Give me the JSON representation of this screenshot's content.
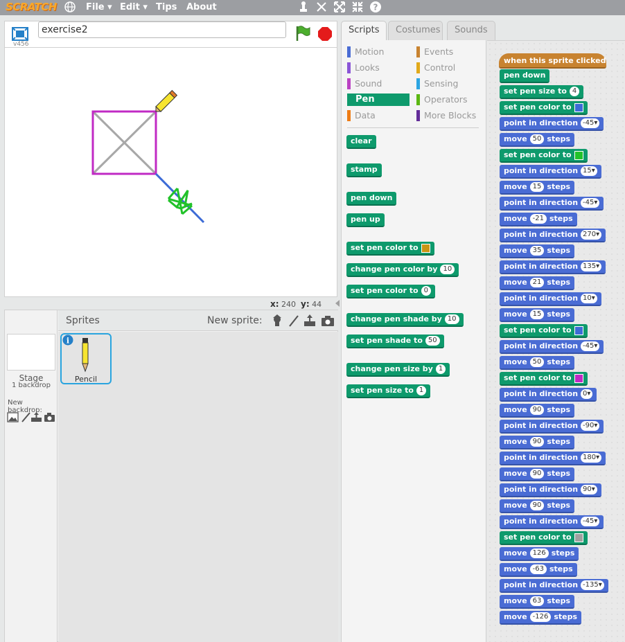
{
  "menubar": {
    "logo": "SCRATCH",
    "items": [
      "File",
      "Edit",
      "Tips",
      "About"
    ],
    "file_label": "File ▾",
    "edit_label": "Edit ▾",
    "tips_label": "Tips",
    "about_label": "About"
  },
  "stage": {
    "version": "v456",
    "project_title": "exercise2",
    "coords_x_label": "x:",
    "coords_x": "240",
    "coords_y_label": "y:",
    "coords_y": "44"
  },
  "sprites": {
    "title": "Sprites",
    "new_sprite_label": "New sprite:",
    "stage_label": "Stage",
    "stage_sub": "1 backdrop",
    "new_backdrop_label": "New backdrop:",
    "sprite_name": "Pencil"
  },
  "tabs": [
    "Scripts",
    "Costumes",
    "Sounds"
  ],
  "categories": {
    "left": [
      "Motion",
      "Looks",
      "Sound",
      "Pen",
      "Data"
    ],
    "right": [
      "Events",
      "Control",
      "Sensing",
      "Operators",
      "More Blocks"
    ],
    "colors": {
      "Motion": "#4a6cd4",
      "Looks": "#8a55d7",
      "Sound": "#bb42c3",
      "Pen": "#0e9a6c",
      "Data": "#ee7d16",
      "Events": "#c88330",
      "Control": "#e1a91a",
      "Sensing": "#2ca5e2",
      "Operators": "#5cb712",
      "More Blocks": "#632d99"
    },
    "selected": "Pen"
  },
  "palette_blocks": [
    {
      "text": "clear"
    },
    {
      "text": "stamp"
    },
    {
      "text": "pen down"
    },
    {
      "text": "pen up"
    },
    {
      "text": "set pen color to",
      "color": "#c99515"
    },
    {
      "text": "change pen color by",
      "value": "10"
    },
    {
      "text": "set pen color to",
      "value": "0"
    },
    {
      "text": "change pen shade by",
      "value": "10"
    },
    {
      "text": "set pen shade to",
      "value": "50"
    },
    {
      "text": "change pen size by",
      "value": "1"
    },
    {
      "text": "set pen size to",
      "value": "1"
    }
  ],
  "script": {
    "hat": "when this sprite clicked",
    "blocks": [
      {
        "kind": "pen",
        "text": "pen down"
      },
      {
        "kind": "pen",
        "text": "set pen size to",
        "value": "4"
      },
      {
        "kind": "pen",
        "text": "set pen color to",
        "color": "#3c6bd6"
      },
      {
        "kind": "motion",
        "text": "point in direction",
        "dir": "-45"
      },
      {
        "kind": "motion",
        "text": "move",
        "value": "50",
        "suffix": "steps"
      },
      {
        "kind": "pen",
        "text": "set pen color to",
        "color": "#22c22a"
      },
      {
        "kind": "motion",
        "text": "point in direction",
        "dir": "15"
      },
      {
        "kind": "motion",
        "text": "move",
        "value": "15",
        "suffix": "steps"
      },
      {
        "kind": "motion",
        "text": "point in direction",
        "dir": "-45"
      },
      {
        "kind": "motion",
        "text": "move",
        "value": "-21",
        "suffix": "steps"
      },
      {
        "kind": "motion",
        "text": "point in direction",
        "dir": "270"
      },
      {
        "kind": "motion",
        "text": "move",
        "value": "35",
        "suffix": "steps"
      },
      {
        "kind": "motion",
        "text": "point in direction",
        "dir": "135"
      },
      {
        "kind": "motion",
        "text": "move",
        "value": "21",
        "suffix": "steps"
      },
      {
        "kind": "motion",
        "text": "point in direction",
        "dir": "10"
      },
      {
        "kind": "motion",
        "text": "move",
        "value": "15",
        "suffix": "steps"
      },
      {
        "kind": "pen",
        "text": "set pen color to",
        "color": "#3c6bd6"
      },
      {
        "kind": "motion",
        "text": "point in direction",
        "dir": "-45"
      },
      {
        "kind": "motion",
        "text": "move",
        "value": "50",
        "suffix": "steps"
      },
      {
        "kind": "pen",
        "text": "set pen color to",
        "color": "#c02ac4"
      },
      {
        "kind": "motion",
        "text": "point in direction",
        "dir": "0"
      },
      {
        "kind": "motion",
        "text": "move",
        "value": "90",
        "suffix": "steps"
      },
      {
        "kind": "motion",
        "text": "point in direction",
        "dir": "-90"
      },
      {
        "kind": "motion",
        "text": "move",
        "value": "90",
        "suffix": "steps"
      },
      {
        "kind": "motion",
        "text": "point in direction",
        "dir": "180"
      },
      {
        "kind": "motion",
        "text": "move",
        "value": "90",
        "suffix": "steps"
      },
      {
        "kind": "motion",
        "text": "point in direction",
        "dir": "90"
      },
      {
        "kind": "motion",
        "text": "move",
        "value": "90",
        "suffix": "steps"
      },
      {
        "kind": "motion",
        "text": "point in direction",
        "dir": "-45"
      },
      {
        "kind": "pen",
        "text": "set pen color to",
        "color": "#a0a0a0"
      },
      {
        "kind": "motion",
        "text": "move",
        "value": "126",
        "suffix": "steps"
      },
      {
        "kind": "motion",
        "text": "move",
        "value": "-63",
        "suffix": "steps"
      },
      {
        "kind": "motion",
        "text": "point in direction",
        "dir": "-135"
      },
      {
        "kind": "motion",
        "text": "move",
        "value": "63",
        "suffix": "steps"
      },
      {
        "kind": "motion",
        "text": "move",
        "value": "-126",
        "suffix": "steps"
      }
    ]
  },
  "colors": {
    "menubar": "#9c9ea2",
    "pen_block": "#0e9a6c",
    "motion_block": "#4a6cd4",
    "events_block": "#c88330",
    "selection_border": "#29a4df"
  }
}
